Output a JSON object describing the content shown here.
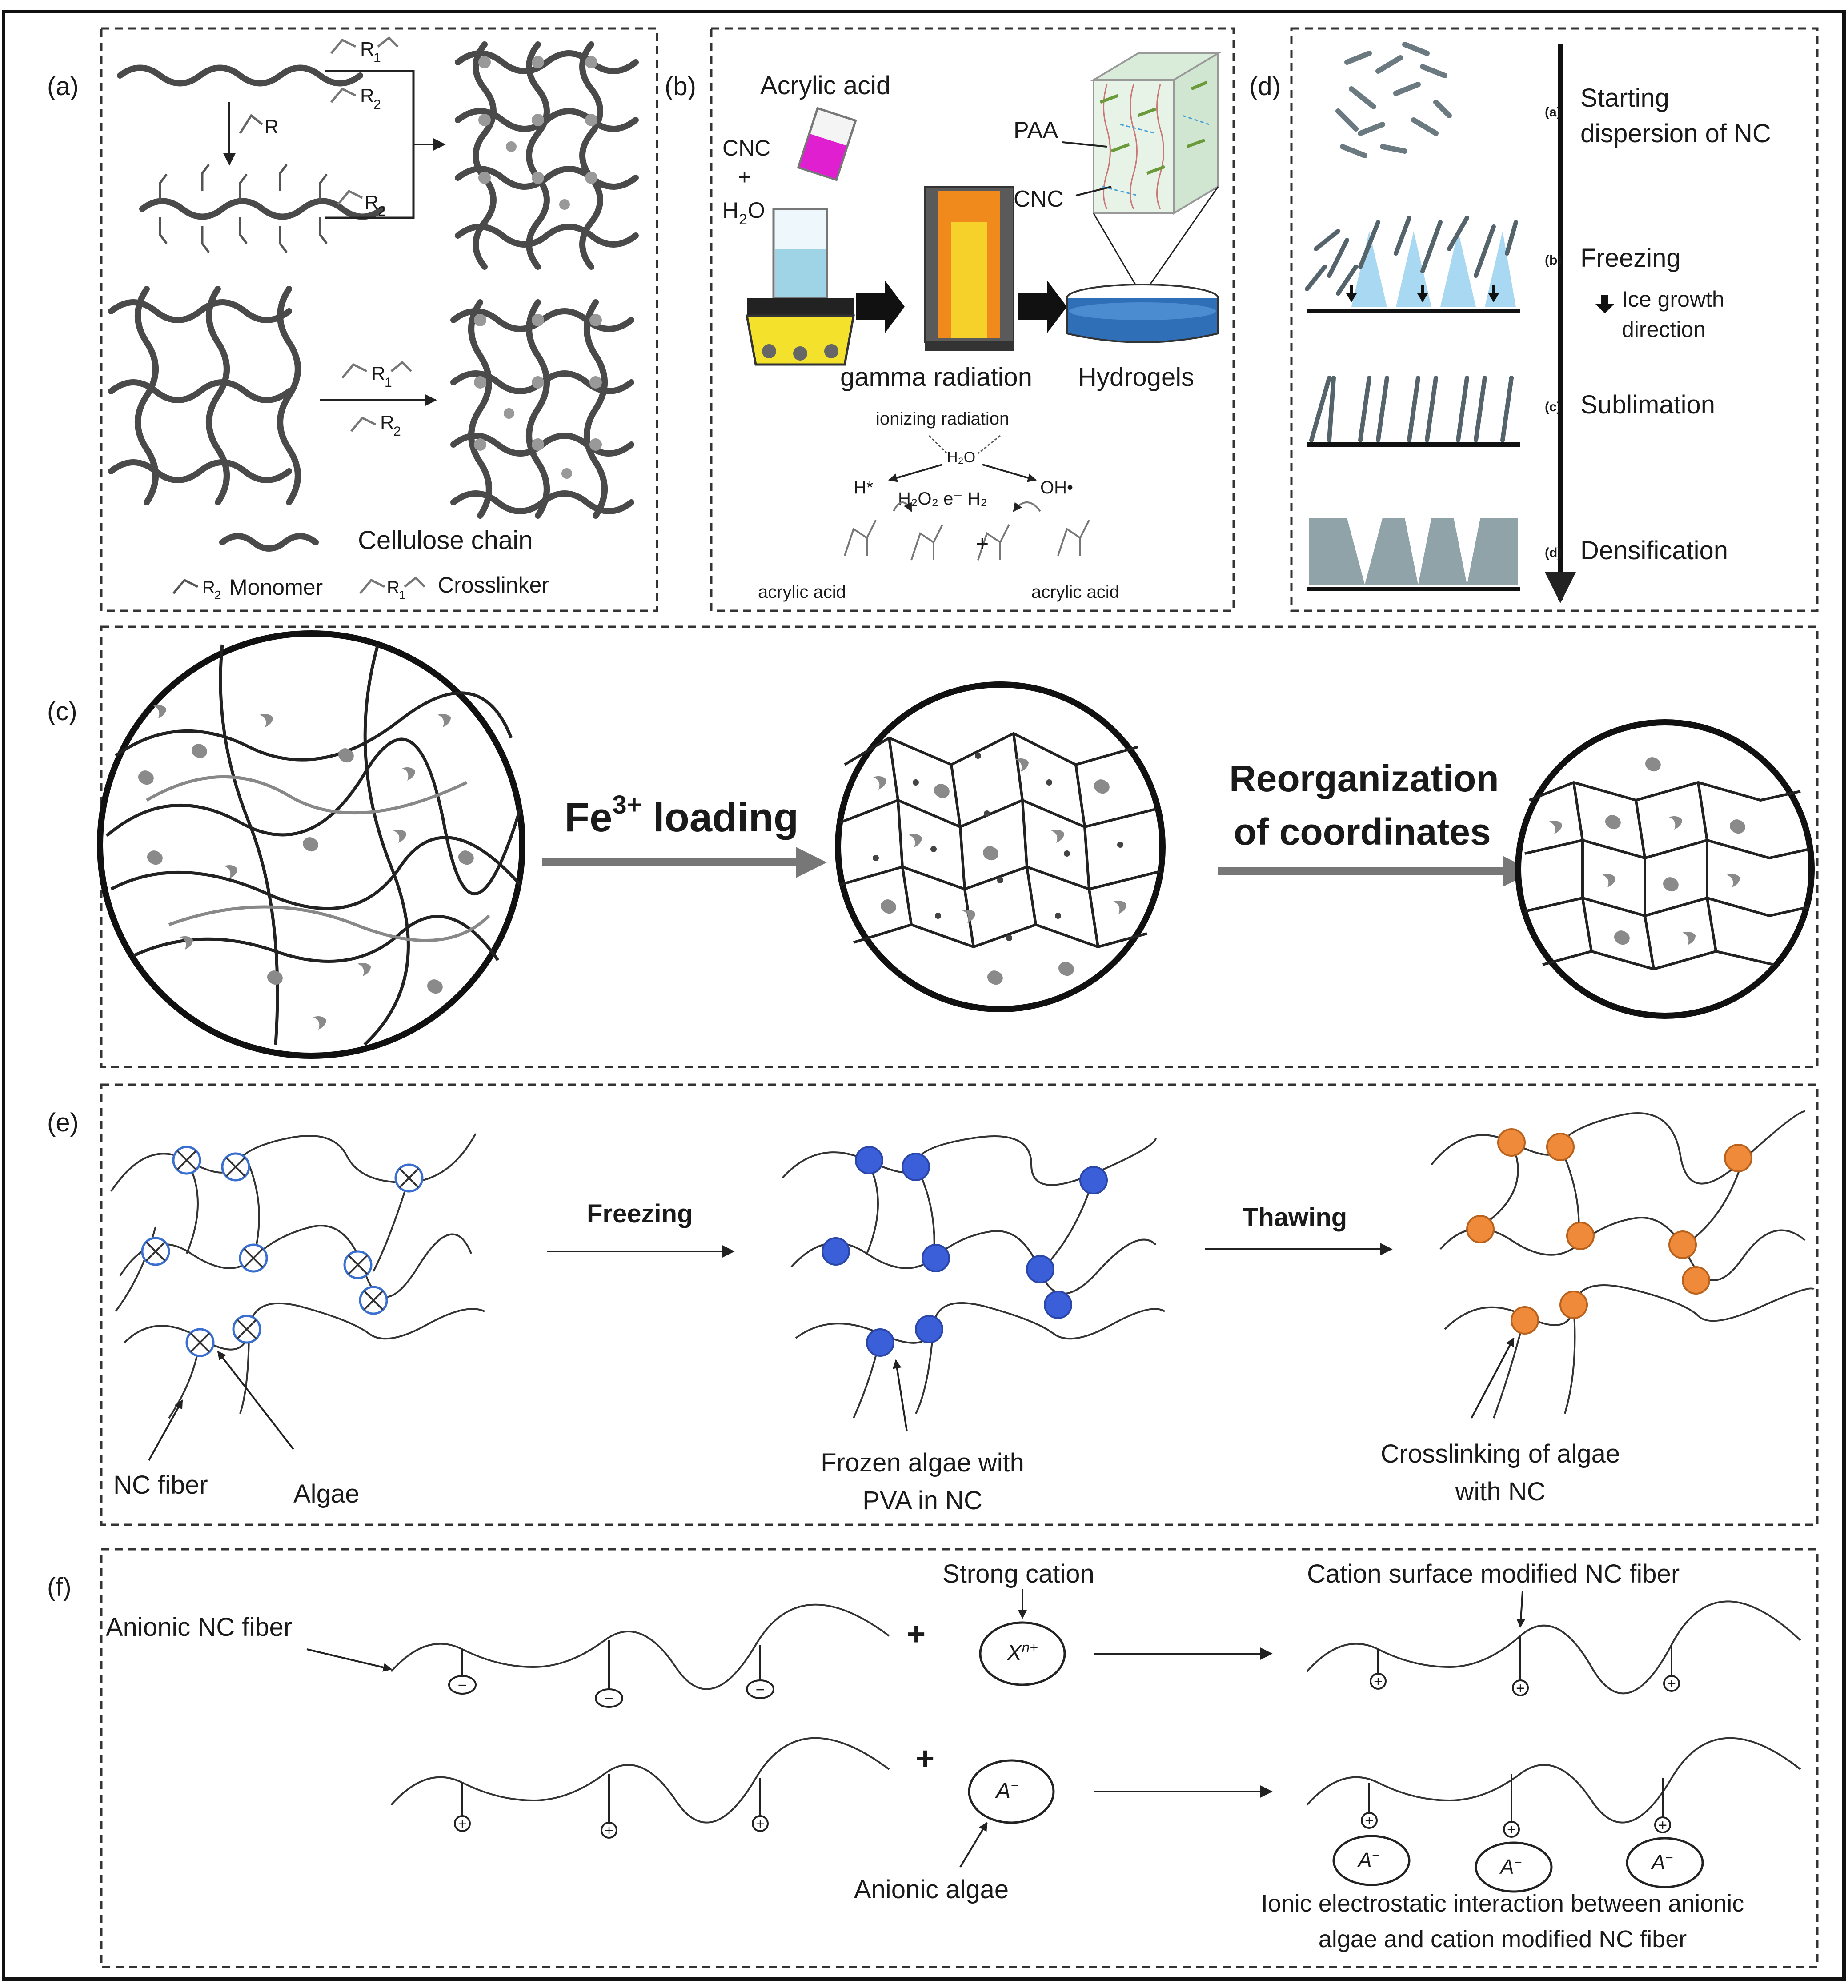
{
  "panel_a": {
    "label": "(a)",
    "r_sub": "R",
    "r1": "R",
    "r1_sub": "1",
    "r2": "R",
    "r2_sub": "2",
    "legend_chain": "Cellulose chain",
    "legend_monomer": "Monomer",
    "legend_crosslinker": "Crosslinker"
  },
  "panel_b": {
    "label": "(b)",
    "acrylic_acid": "Acrylic acid",
    "cnc": "CNC",
    "plus": "+",
    "h2o": "H",
    "h2o_sub": "2",
    "h2o_end": "O",
    "paa": "PAA",
    "cnc2": "CNC",
    "gamma": "gamma radiation",
    "hydrogels": "Hydrogels",
    "ionizing": "ionizing radiation",
    "h2o_center": "H₂O",
    "h_star": "H*",
    "products": "H₂O₂ e⁻ H₂",
    "oh": "OH•",
    "acrylic_left": "acrylic acid",
    "acrylic_right": "acrylic acid",
    "plus2": "+"
  },
  "panel_d": {
    "label": "(d)",
    "step_a_letter": "(a)",
    "step_a_text1": "Starting",
    "step_a_text2": "dispersion of NC",
    "step_b_letter": "(b)",
    "step_b_text": "Freezing",
    "ice1": "Ice growth",
    "ice2": "direction",
    "step_c_letter": "(c)",
    "step_c_text": "Sublimation",
    "step_d_letter": "(d)",
    "step_d_text": "Densification"
  },
  "panel_c": {
    "label": "(c)",
    "fe_loading": "Fe",
    "fe_sup": "3+",
    "fe_loading_rest": " loading",
    "reorg1": "Reorganization",
    "reorg2": "of coordinates"
  },
  "panel_e": {
    "label": "(e)",
    "freezing": "Freezing",
    "thawing": "Thawing",
    "nc_fiber": "NC fiber",
    "algae": "Algae",
    "frozen1": "Frozen algae with",
    "frozen2": "PVA in NC",
    "cross1": "Crosslinking of algae",
    "cross2": "with NC",
    "colors": {
      "open": "#3a6fd0",
      "frozen": "#3b5fd8",
      "thawed": "#ee8a3a"
    }
  },
  "panel_f": {
    "label": "(f)",
    "anionic_fiber": "Anionic NC fiber",
    "strong_cation": "Strong cation",
    "cation_modified": "Cation surface modified NC fiber",
    "xn": "X",
    "xn_sup": "n+",
    "a_minus": "A",
    "a_sup": "−",
    "anionic_algae": "Anionic algae",
    "ionic1": "Ionic electrostatic interaction between anionic",
    "ionic2": "algae and cation modified NC fiber",
    "plus": "+",
    "minus_sign": "−",
    "plus_sign": "+"
  }
}
